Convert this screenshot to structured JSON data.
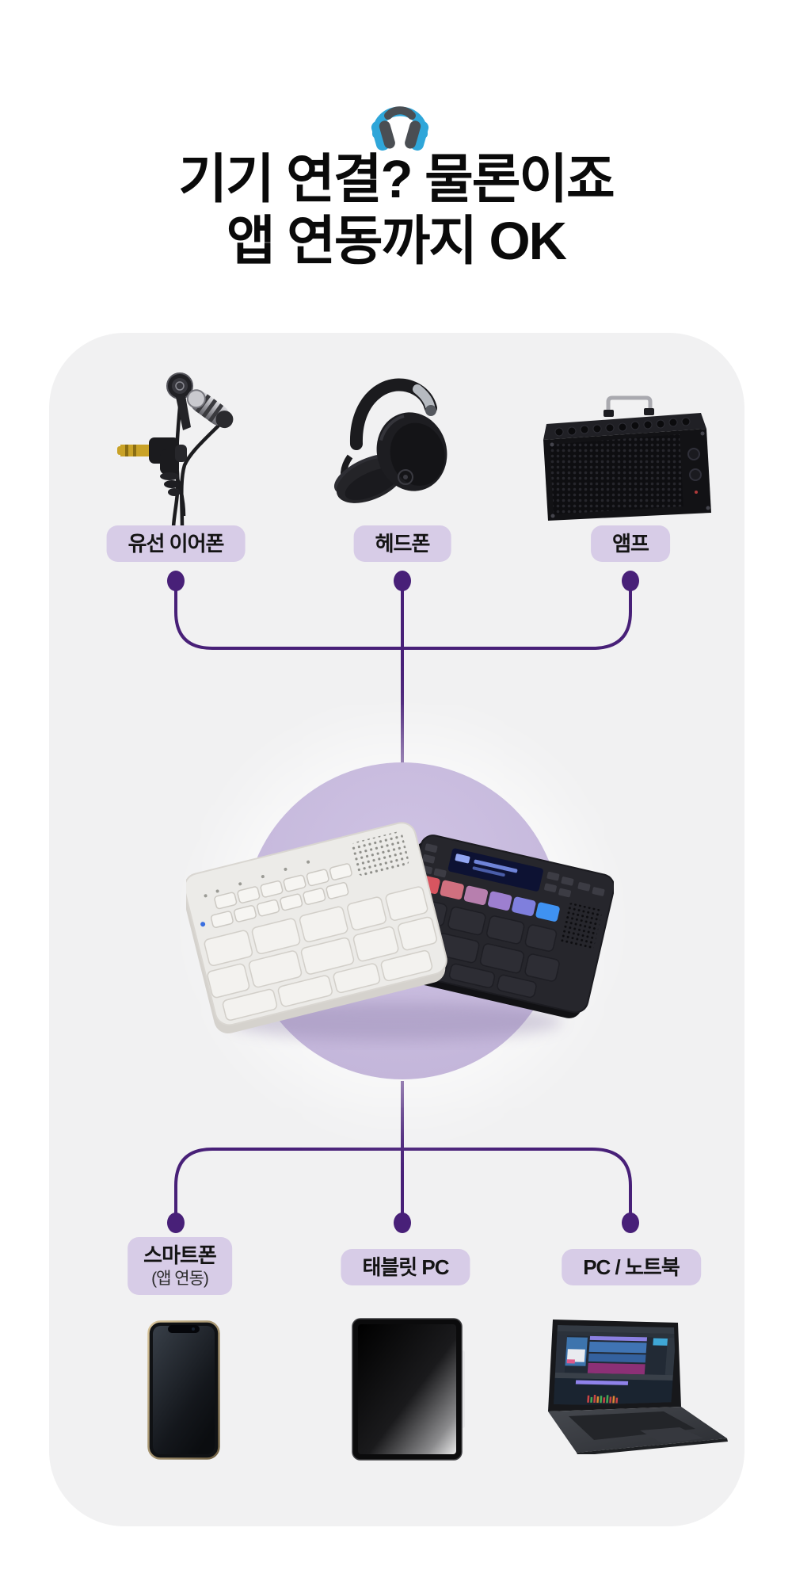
{
  "header": {
    "icon": "headphones-icon",
    "title_line1": "기기 연결? 물론이죠",
    "title_line2": "앱 연동까지 OK"
  },
  "panel": {
    "top_devices": [
      {
        "label": "유선 이어폰",
        "image": "wired-earphones-image"
      },
      {
        "label": "헤드폰",
        "image": "headphones-image"
      },
      {
        "label": "앰프",
        "image": "amplifier-image"
      }
    ],
    "hub_image": "finger-drum-pads-image",
    "bottom_devices": [
      {
        "label": "스마트폰",
        "sublabel": "(앱 연동)",
        "image": "smartphone-image"
      },
      {
        "label": "태블릿 PC",
        "image": "tablet-pc-image"
      },
      {
        "label": "PC / 노트북",
        "image": "pc-laptop-image"
      }
    ]
  },
  "colors": {
    "connector_purple": "#482078",
    "label_pill_bg": "#d7cce7",
    "hub_circle_bg": "#c7badd",
    "panel_bg": "#f1f1f2",
    "icon_blue": "#2fa6d9",
    "title_color": "#0a0a0a"
  }
}
